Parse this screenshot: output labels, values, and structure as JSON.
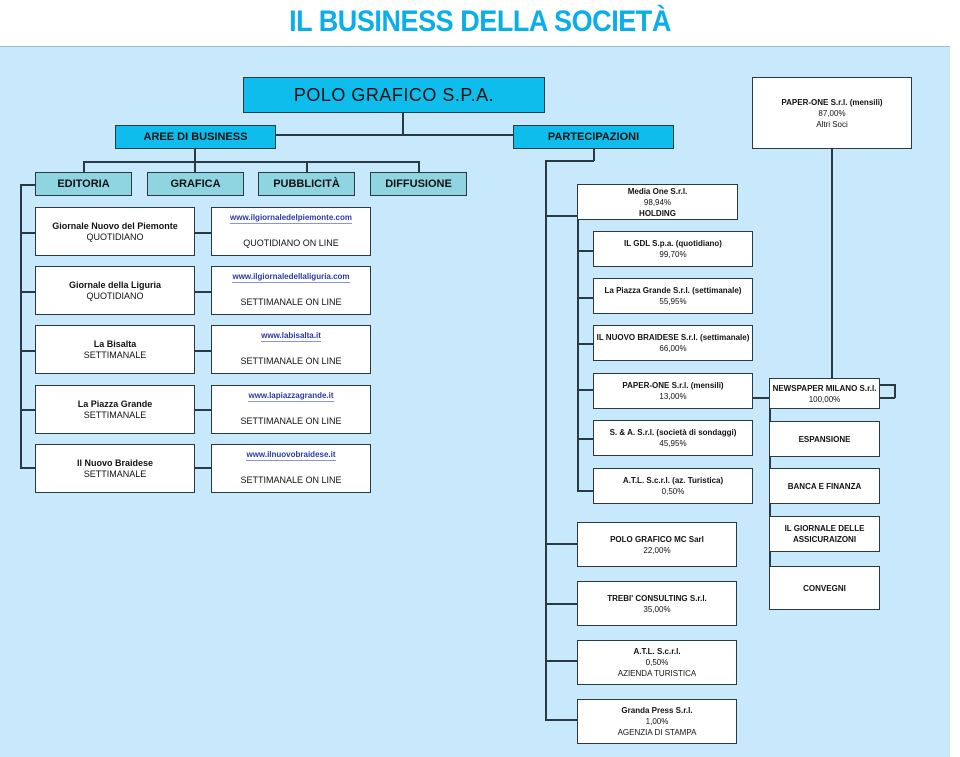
{
  "title": "IL BUSINESS DELLA SOCIETÀ",
  "root": {
    "label": "POLO GRAFICO S.P.A."
  },
  "business_areas": {
    "label": "AREE DI BUSINESS",
    "areas": [
      "EDITORIA",
      "GRAFICA",
      "PUBBLICITÀ",
      "DIFFUSIONE"
    ]
  },
  "publications": [
    {
      "name": "Giornale Nuovo del Piemonte",
      "type": "QUOTIDIANO",
      "url": "www.ilgiornaledelpiemonte.com",
      "online_type": "QUOTIDIANO ON LINE"
    },
    {
      "name": "Giornale della Liguria",
      "type": "QUOTIDIANO",
      "url": "www.ilgiornaledellaliguria.com",
      "online_type": "SETTIMANALE ON LINE"
    },
    {
      "name": "La Bisalta",
      "type": "SETTIMANALE",
      "url": "www.labisalta.it",
      "online_type": "SETTIMANALE ON LINE"
    },
    {
      "name": "La Piazza Grande",
      "type": "SETTIMANALE",
      "url": "www.lapiazzagrande.it",
      "online_type": "SETTIMANALE ON LINE"
    },
    {
      "name": "Il Nuovo Braidese",
      "type": "SETTIMANALE",
      "url": "www.ilnuovobraidese.it",
      "online_type": "SETTIMANALE ON LINE"
    }
  ],
  "participations": {
    "label": "PARTECIPAZIONI",
    "holding": {
      "name": "Media One S.r.l.",
      "share": "98,94%",
      "note": "HOLDING"
    },
    "holding_children": [
      {
        "name": "IL GDL S.p.a. (quotidiano)",
        "share": "99,70%"
      },
      {
        "name": "La Piazza Grande S.r.l. (settimanale)",
        "share": "55,95%"
      },
      {
        "name": "IL NUOVO BRAIDESE S.r.l. (settimanale)",
        "share": "66,00%"
      },
      {
        "name": "PAPER-ONE S.r.l.  (mensili)",
        "share": "13,00%"
      },
      {
        "name": "S. & A. S.r.l. (società di sondaggi)",
        "share": "45,95%"
      },
      {
        "name": "A.T.L. S.c.r.l. (az. Turistica)",
        "share": "0,50%"
      }
    ],
    "direct": [
      {
        "name": "POLO GRAFICO MC Sarl",
        "share": "22,00%",
        "note": ""
      },
      {
        "name": "TREBI' CONSULTING S.r.l.",
        "share": "35,00%",
        "note": ""
      },
      {
        "name": "A.T.L. S.c.r.l.",
        "share": "0,50%",
        "note": "AZIENDA TURISTICA"
      },
      {
        "name": "Granda Press S.r.l.",
        "share": "1,00%",
        "note": "AGENZIA DI STAMPA"
      }
    ]
  },
  "paper_one_other": {
    "name": "PAPER-ONE S.r.l.  (mensili)",
    "share": "87,00%",
    "note": "Altri Soci"
  },
  "newspaper_milano": {
    "name": "NEWSPAPER MILANO S.r.l.",
    "share": "100,00%",
    "divisions": [
      "ESPANSIONE",
      "BANCA E FINANZA",
      "IL GIORNALE DELLE ASSICURAIZONI",
      "CONVEGNI"
    ]
  }
}
